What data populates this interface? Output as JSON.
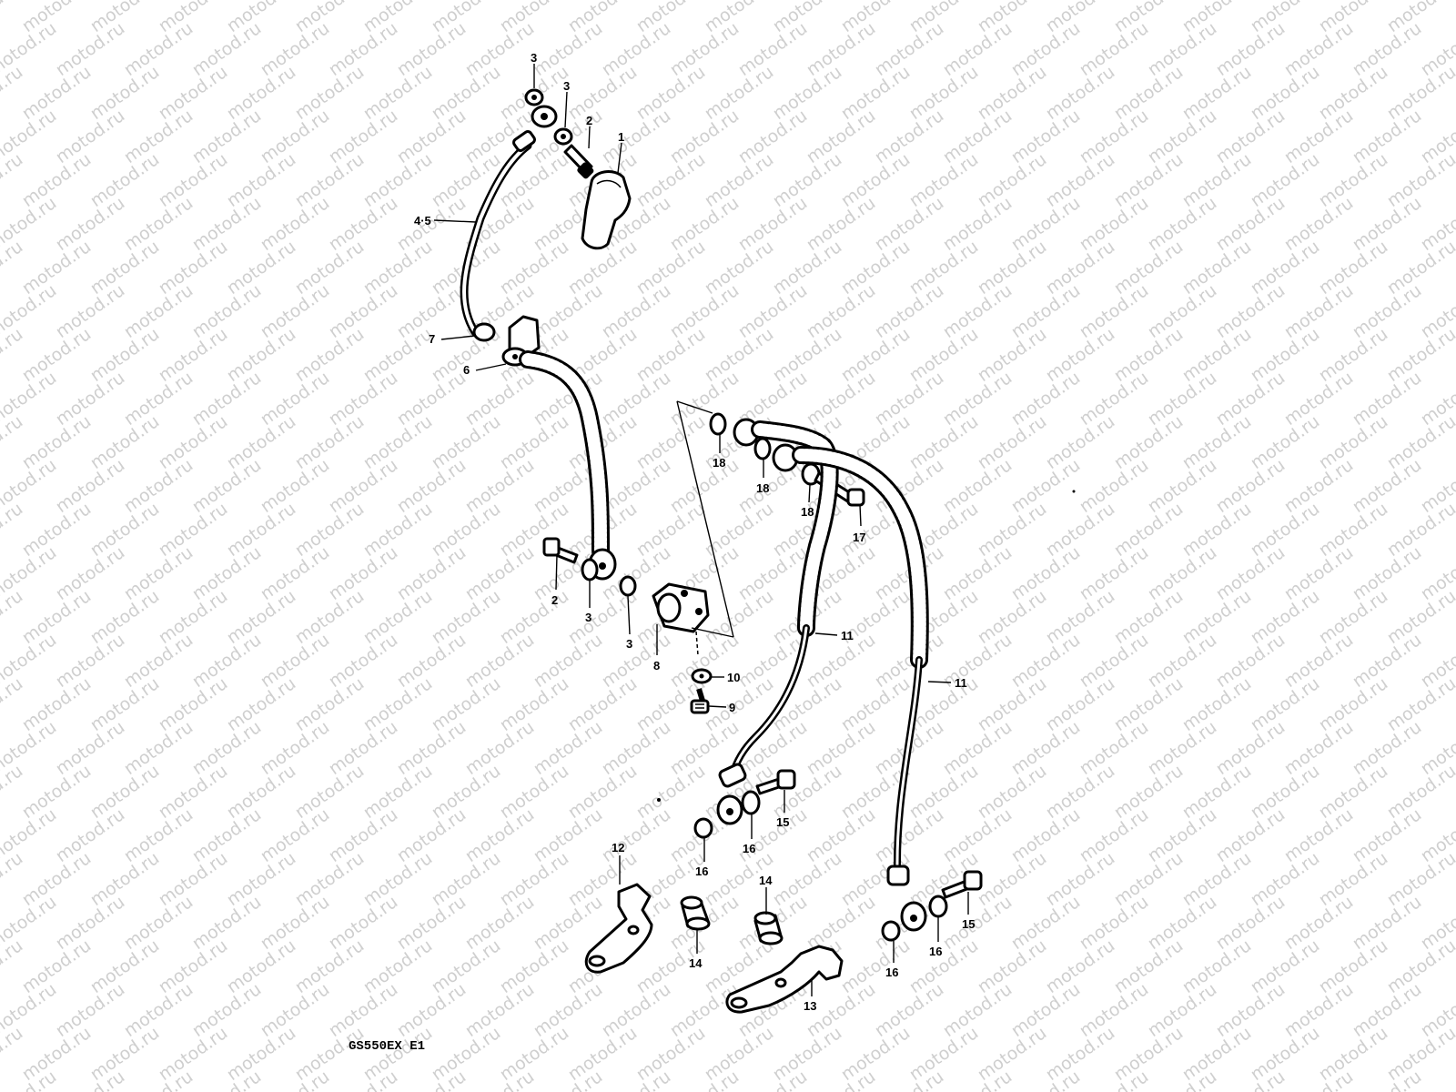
{
  "watermark": {
    "text": "motod.ru"
  },
  "diagram": {
    "model_code": "GS550EX E1",
    "callouts": {
      "c1": "1",
      "c2a": "2",
      "c2b": "2",
      "c3a": "3",
      "c3b": "3",
      "c3c": "3",
      "c3d": "3",
      "c45": "4·5",
      "c6": "6",
      "c7": "7",
      "c8": "8",
      "c9": "9",
      "c10": "10",
      "c11a": "11",
      "c11b": "11",
      "c12": "12",
      "c13": "13",
      "c14a": "14",
      "c14b": "14",
      "c15a": "15",
      "c15b": "15",
      "c16a": "16",
      "c16b": "16",
      "c16c": "16",
      "c16d": "16",
      "c17": "17",
      "c18a": "18",
      "c18b": "18",
      "c18c": "18"
    }
  },
  "colors": {
    "ink": "#000000",
    "background": "#ffffff",
    "watermark": "#cfcfcf"
  }
}
